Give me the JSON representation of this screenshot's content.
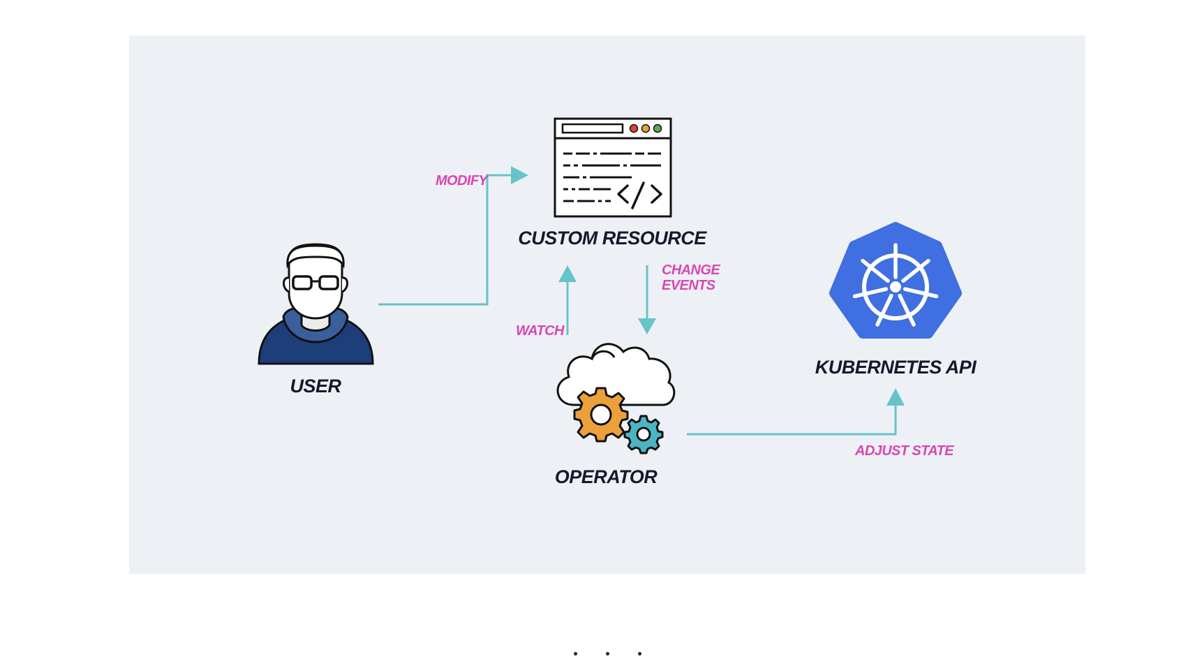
{
  "colors": {
    "arrow": "#66c3c9",
    "edge_label": "#d946b3",
    "node_label": "#141a2a",
    "panel_background": "#edf1f5",
    "kubernetes_blue": "#3f6fe0",
    "gear_orange": "#eba03a",
    "gear_teal": "#4bb5c4",
    "user_hoodie": "#1e3e7a"
  },
  "nodes": {
    "user": {
      "label": "USER",
      "icon": "user-glasses-icon"
    },
    "custom_resource": {
      "label": "CUSTOM RESOURCE",
      "icon": "code-window-icon"
    },
    "operator": {
      "label": "OPERATOR",
      "icon": "cloud-gears-icon"
    },
    "kubernetes_api": {
      "label": "KUBERNETES API",
      "icon": "kubernetes-helm-icon"
    }
  },
  "edges": [
    {
      "from": "user",
      "to": "custom_resource",
      "label": "MODIFY"
    },
    {
      "from": "operator",
      "to": "custom_resource",
      "label": "WATCH"
    },
    {
      "from": "custom_resource",
      "to": "operator",
      "label_lines": [
        "CHANGE",
        "EVENTS"
      ]
    },
    {
      "from": "operator",
      "to": "kubernetes_api",
      "label": "ADJUST STATE"
    }
  ],
  "pager": {
    "count": 3,
    "icon": "pagination-dots"
  }
}
